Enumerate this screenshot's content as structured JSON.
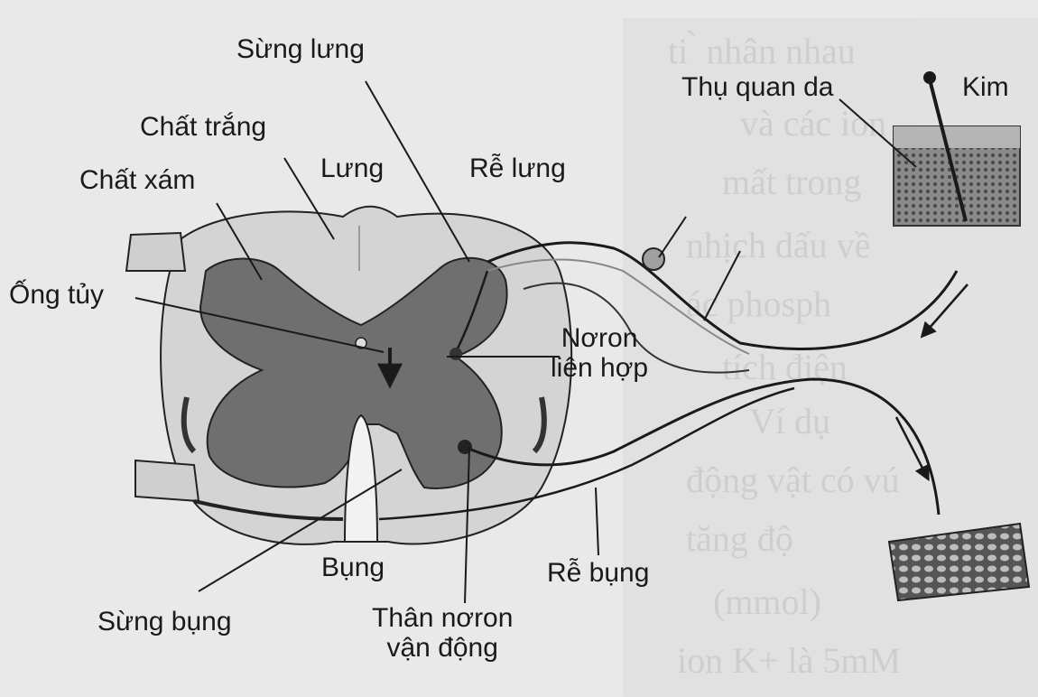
{
  "labels": {
    "sung_lung": "Sừng lưng",
    "chat_trang": "Chất trắng",
    "chat_xam": "Chất xám",
    "lung": "Lưng",
    "re_lung": "Rễ lưng",
    "thu_quan_da": "Thụ quan da",
    "kim": "Kim",
    "ong_tuy": "Ống tủy",
    "noron_lien_hop_1": "Nơron",
    "noron_lien_hop_2": "liên hợp",
    "bung": "Bụng",
    "re_bung": "Rễ bụng",
    "sung_bung": "Sừng bụng",
    "than_noron_1": "Thân nơron",
    "than_noron_2": "vận động"
  },
  "colors": {
    "background": "#e9e9e9",
    "grey_matter": "#707070",
    "white_matter": "#d4d4d4",
    "line": "#1a1a1a"
  },
  "icons": [
    "skin-receptor-icon",
    "needle-icon",
    "muscle-icon",
    "arrow-icon"
  ]
}
